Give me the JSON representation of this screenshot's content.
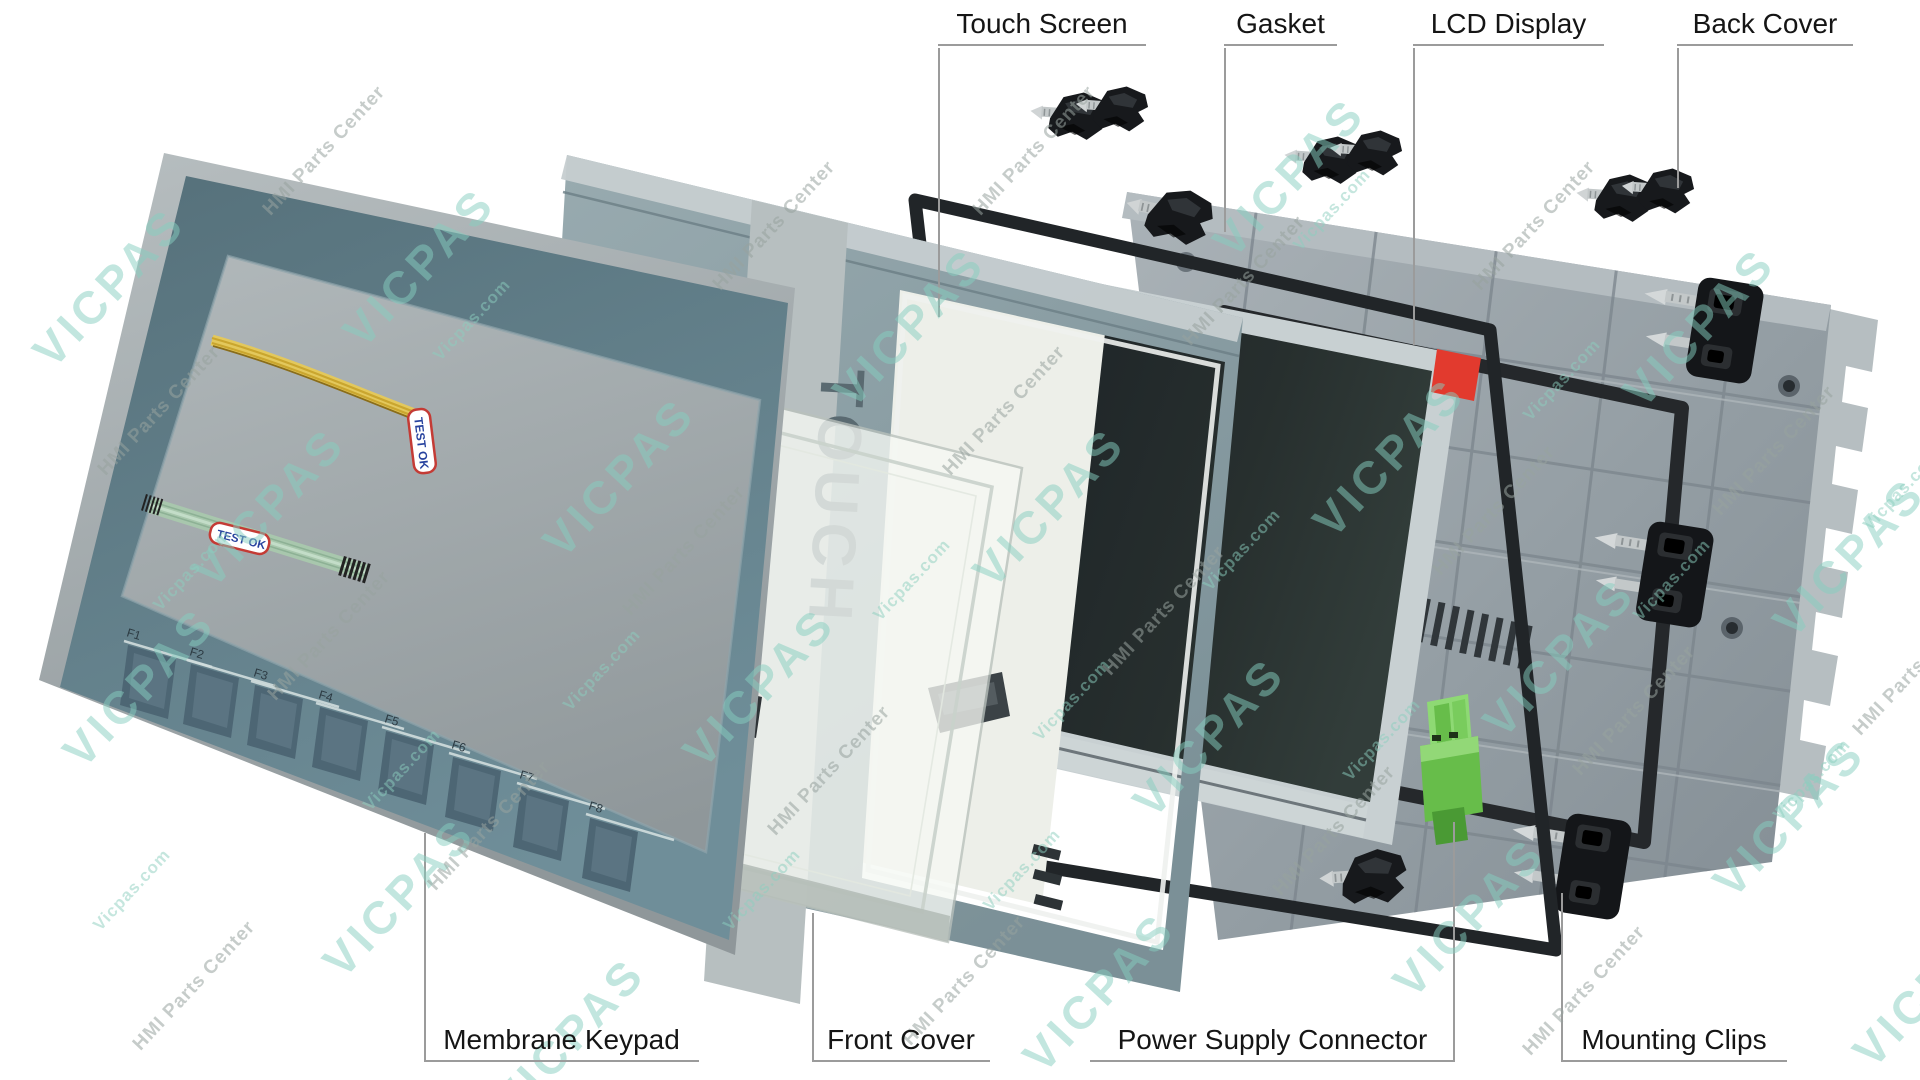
{
  "page": {
    "background": "#ffffff",
    "description": "Exploded view photo of an HMI operator panel showing its component parts"
  },
  "annotations": {
    "top": [
      {
        "label": "Touch Screen"
      },
      {
        "label": "Gasket"
      },
      {
        "label": "LCD Display"
      },
      {
        "label": "Back Cover"
      }
    ],
    "bottom": [
      {
        "label": "Membrane Keypad"
      },
      {
        "label": "Front Cover"
      },
      {
        "label": "Power Supply Connector"
      },
      {
        "label": "Mounting Clips"
      }
    ]
  },
  "parts": {
    "membrane_keypad": {
      "name": "Membrane Keypad",
      "function_keys": [
        "F1",
        "F2",
        "F3",
        "F4",
        "F5",
        "F6",
        "F7",
        "F8"
      ],
      "test_tag": "TEST OK"
    },
    "touch_screen": {
      "name": "Touch Screen",
      "test_tag": "TEST OK"
    },
    "front_cover": {
      "name": "Front Cover",
      "printed_text": "TOUCH"
    },
    "gasket": {
      "name": "Gasket"
    },
    "lcd_display": {
      "name": "LCD Display"
    },
    "back_cover": {
      "name": "Back Cover"
    },
    "power_supply_connector": {
      "name": "Power Supply Connector"
    },
    "mounting_clips": {
      "name": "Mounting Clips"
    }
  },
  "watermarks": {
    "brand": "VICPAS",
    "center_text": "HMI Parts Center",
    "site": "Vicpas.com"
  },
  "colors": {
    "watermark_teal": "#86cfc0",
    "watermark_gray": "#98a39f",
    "keypad_face": "#5b7680",
    "connector_green": "#68bd4a",
    "lcd_red_tape": "#e23a2e",
    "gasket_black": "#212528",
    "callout_line": "#9b9b9b"
  }
}
